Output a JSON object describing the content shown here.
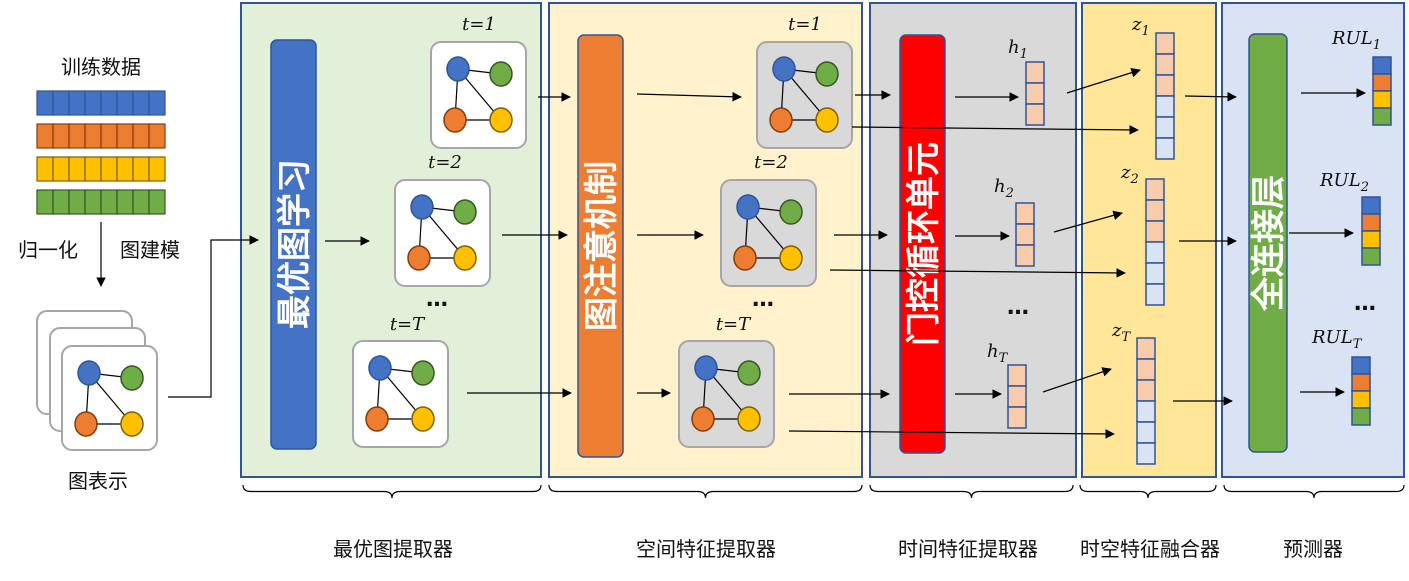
{
  "input": {
    "training_data_label": "训练数据",
    "normalize_label": "归一化",
    "graph_model_label": "图建模",
    "graph_repr_label": "图表示"
  },
  "blocks": {
    "optimal_graph_learning": "最优图学习",
    "graph_attention": "图注意机制",
    "gru": "门控循环单元",
    "fully_connected": "全连接层"
  },
  "timesteps": {
    "t1": "t=1",
    "t2": "t=2",
    "tT": "t=T",
    "ellipsis": "…"
  },
  "hidden": {
    "base": "h",
    "subs": [
      "1",
      "2",
      "T"
    ]
  },
  "fused": {
    "base": "z",
    "subs": [
      "1",
      "2",
      "T"
    ]
  },
  "outputs": {
    "base": "RUL",
    "subs": [
      "1",
      "2",
      "T"
    ]
  },
  "section_labels": {
    "optimal_graph_extractor": "最优图提取器",
    "spatial_feature_extractor": "空间特征提取器",
    "temporal_feature_extractor": "时间特征提取器",
    "spatiotemporal_fusion": "时空特征融合器",
    "predictor": "预测器"
  },
  "colors": {
    "blue": "#4472c4",
    "orange": "#ed7d31",
    "yellow": "#ffc000",
    "green": "#70ad47",
    "red": "#ff0000",
    "panel_green": "#e2f0d9",
    "panel_yellow": "#fff2cc",
    "panel_gray": "#d9d9d9",
    "panel_gold": "#ffe699",
    "panel_blue": "#dae3f3",
    "cell_pink": "#f8cbad",
    "cell_gray": "#dae3f3"
  }
}
